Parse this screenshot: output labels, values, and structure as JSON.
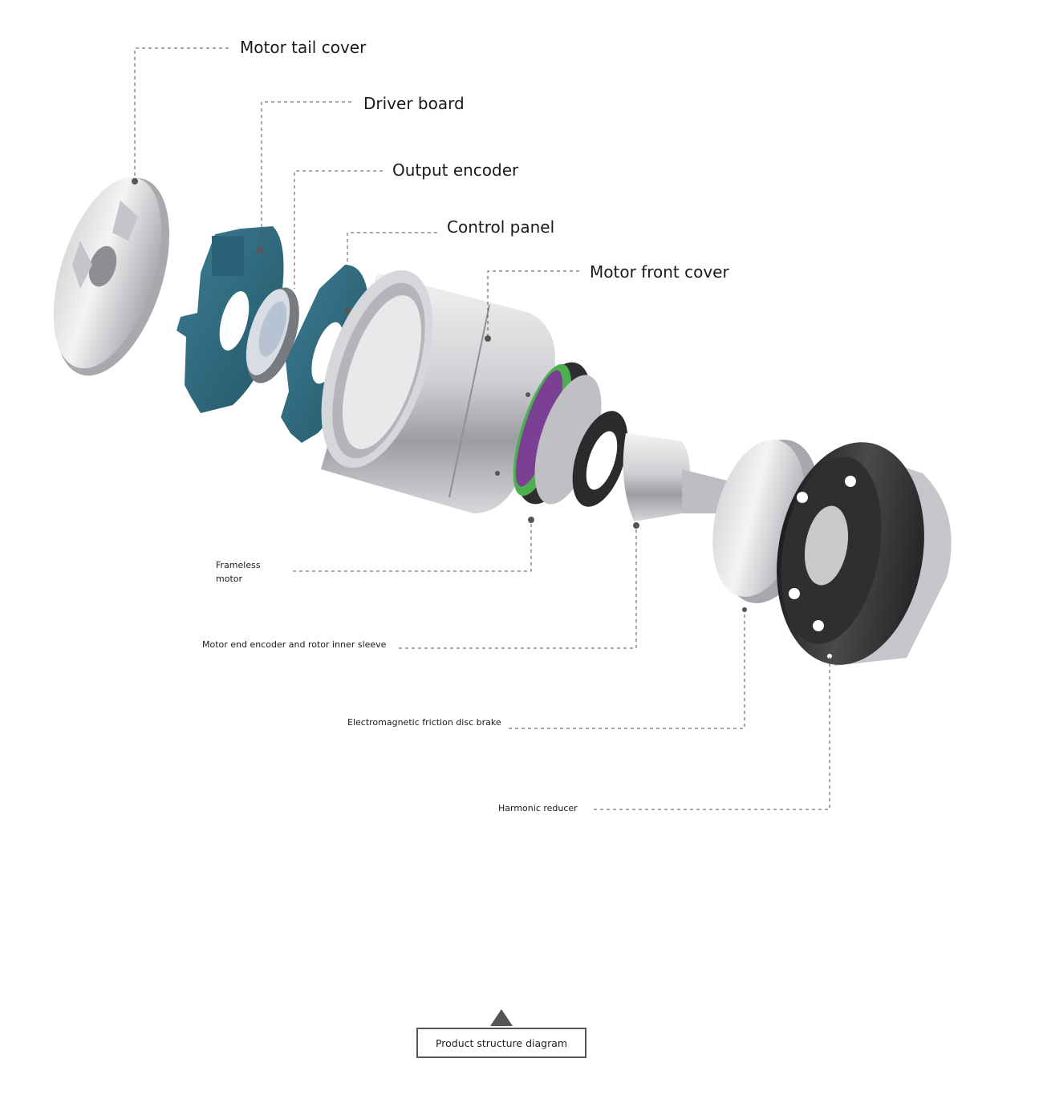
{
  "diagram": {
    "labels": {
      "motor_tail_cover": "Motor tail cover",
      "driver_board": "Driver board",
      "output_encoder": "Output encoder",
      "control_panel": "Control panel",
      "motor_front_cover": "Motor front cover",
      "frameless_motor": "Frameless motor",
      "motor_end_encoder": "Motor end encoder and rotor inner sleeve",
      "brake": "Electromagnetic friction disc brake",
      "harmonic_reducer": "Harmonic reducer"
    },
    "caption": "Product structure diagram",
    "colors": {
      "metal_light": "#e6e6e8",
      "metal_mid": "#b9babd",
      "metal_dark": "#7d7f84",
      "board_teal": "#2e6a80",
      "board_teal_dark": "#1f4f61",
      "reducer_black": "#2d2d2f",
      "winding_green": "#4caf50",
      "winding_purple": "#7b3f93",
      "leader_line": "#555555"
    }
  }
}
